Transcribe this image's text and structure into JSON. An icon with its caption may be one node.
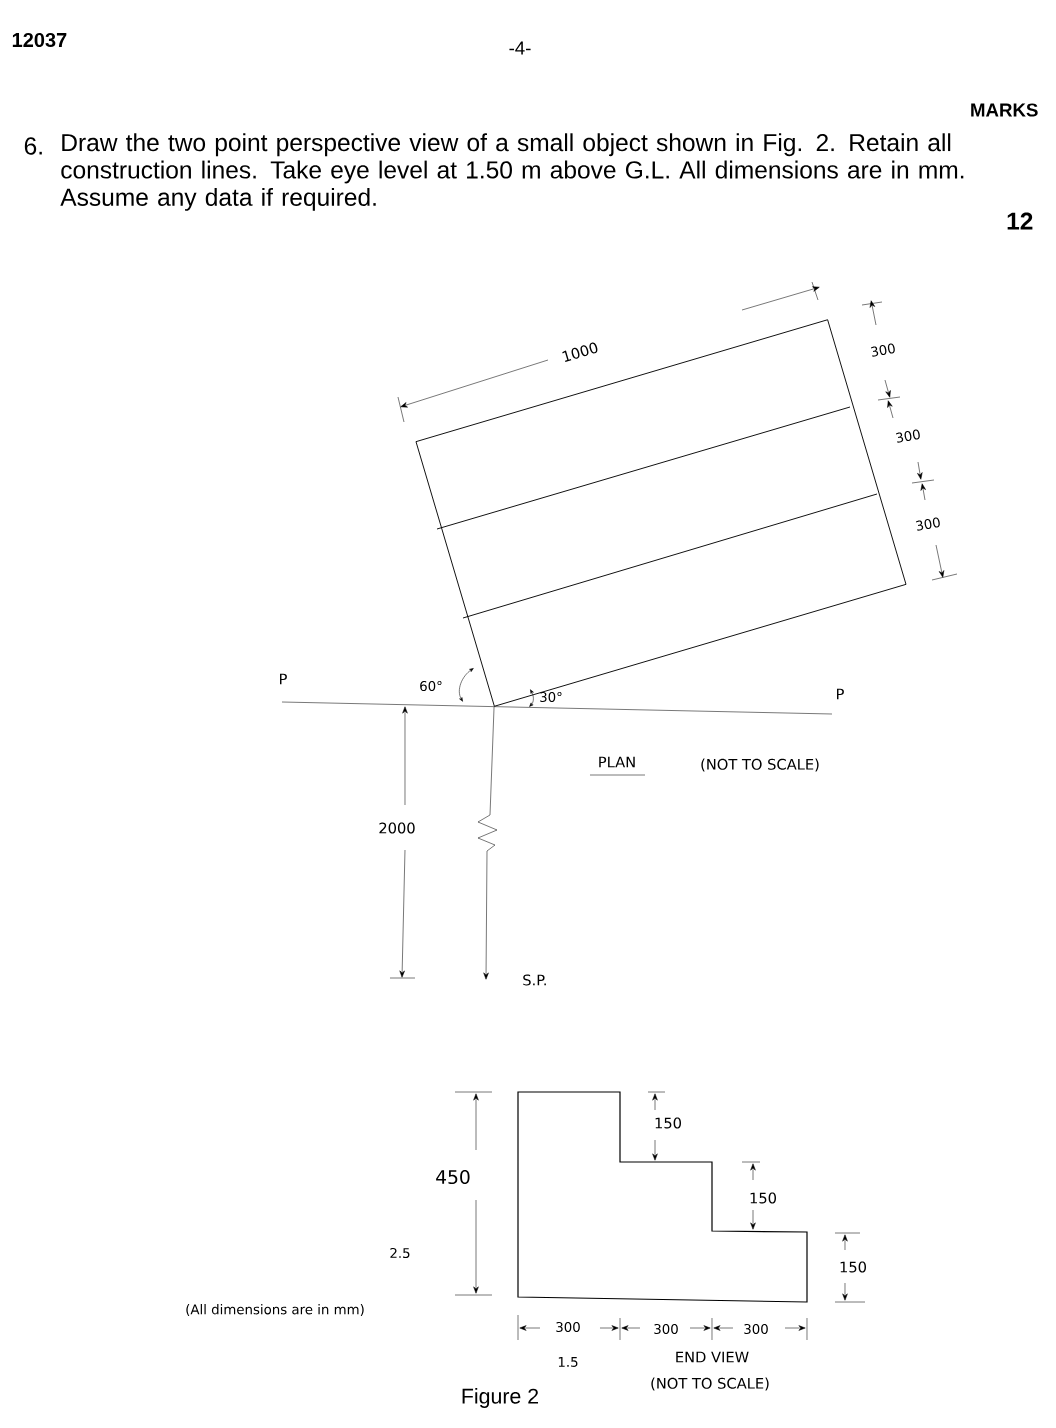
{
  "diagram": {
    "nodes": [
      {
        "text": [],
        "shape": "box"
      },
      {
        "text": [
          "S.P."
        ]
      }
    ],
    "edges": [
      {
        "from": 0,
        "to": 1,
        "arrow": "to"
      }
    ],
    "labels": [
      "12037",
      "-4-",
      "MARKS",
      "6.",
      "Draw the two point perspective view of a small object shown in Fig. 2. Retain all construction lines. Take eye level at 1.50 m above G.L. All dimensions are in mm. Assume any data if required.",
      "12",
      "1000",
      "300",
      "300",
      "300",
      "P",
      "60°",
      "30°",
      "P",
      "PLAN",
      "(NOT TO SCALE)",
      "2000",
      "450",
      "150",
      "150",
      "2.5",
      "150",
      "(All dimensions are in mm)",
      "300",
      "300",
      "300",
      "1.5",
      "END VIEW",
      "(NOT TO SCALE)",
      "Figure 2"
    ]
  }
}
